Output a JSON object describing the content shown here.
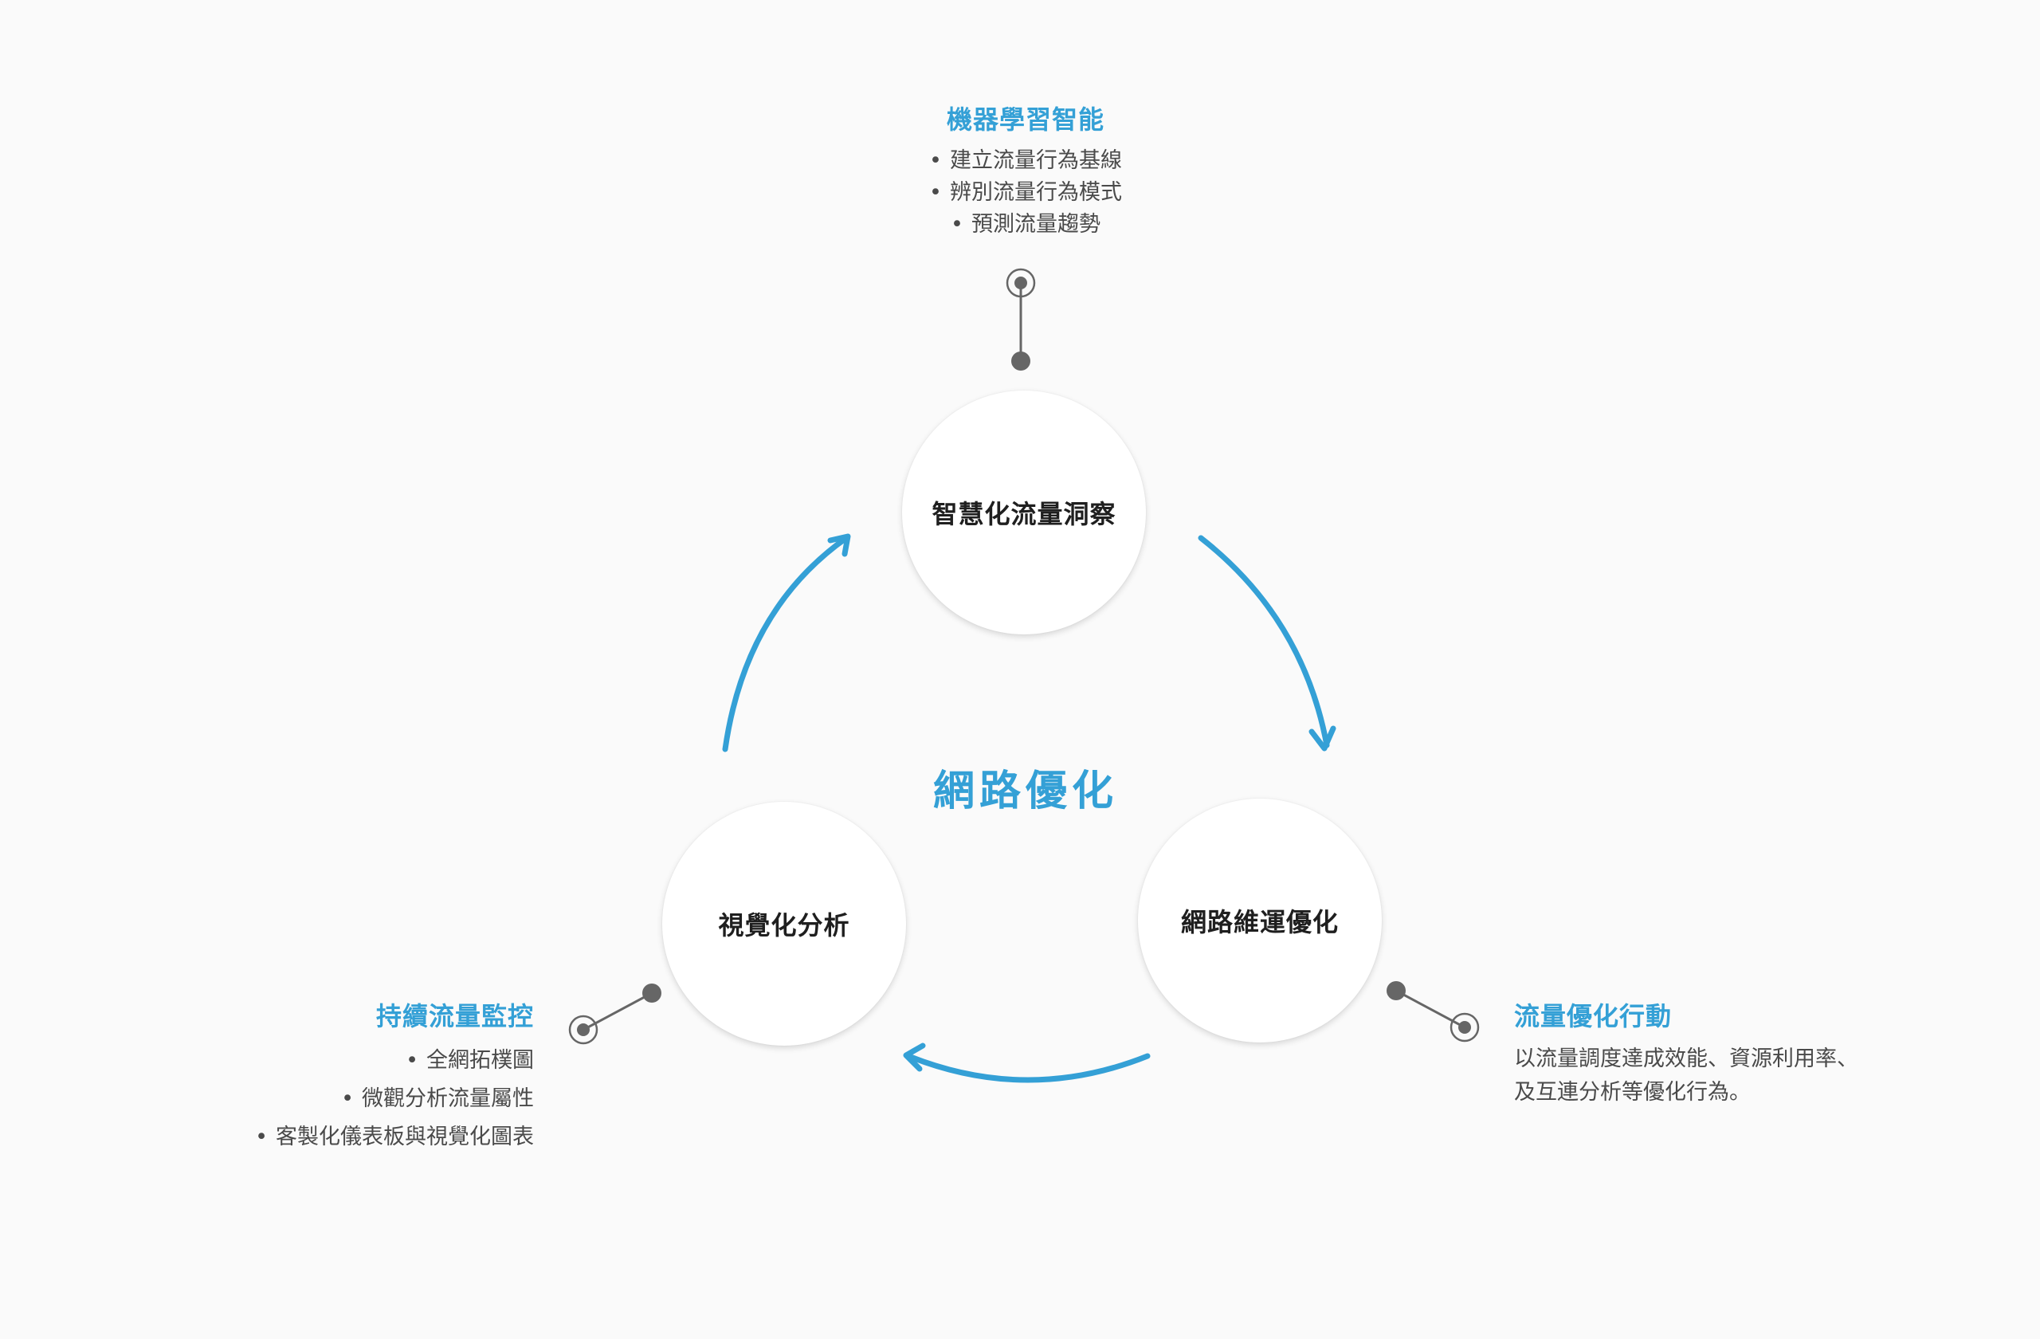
{
  "center": {
    "title": "網路優化"
  },
  "nodes": {
    "top": {
      "label": "智慧化流量洞察"
    },
    "left": {
      "label": "視覺化分析"
    },
    "right": {
      "label": "網路維運優化"
    }
  },
  "callouts": {
    "top": {
      "title": "機器學習智能",
      "items": [
        "建立流量行為基線",
        "辨別流量行為模式",
        "預測流量趨勢"
      ]
    },
    "left": {
      "title": "持續流量監控",
      "items": [
        "全網拓樸圖",
        "微觀分析流量屬性",
        "客製化儀表板與視覺化圖表"
      ]
    },
    "right": {
      "title": "流量優化行動",
      "lines": [
        "以流量調度達成效能、資源利用率、",
        "及互連分析等優化行為。"
      ]
    }
  },
  "bullet": "•",
  "colors": {
    "accent": "#34a0d6",
    "connector": "#666666",
    "text_dark": "#1f1f1f",
    "text_body": "#4a4a4a",
    "background": "#fafafa"
  },
  "icons": {
    "cycle_arrows": "curved-arrow-icon",
    "connector_dot": "dot-icon",
    "connector_target": "target-ring-icon"
  }
}
